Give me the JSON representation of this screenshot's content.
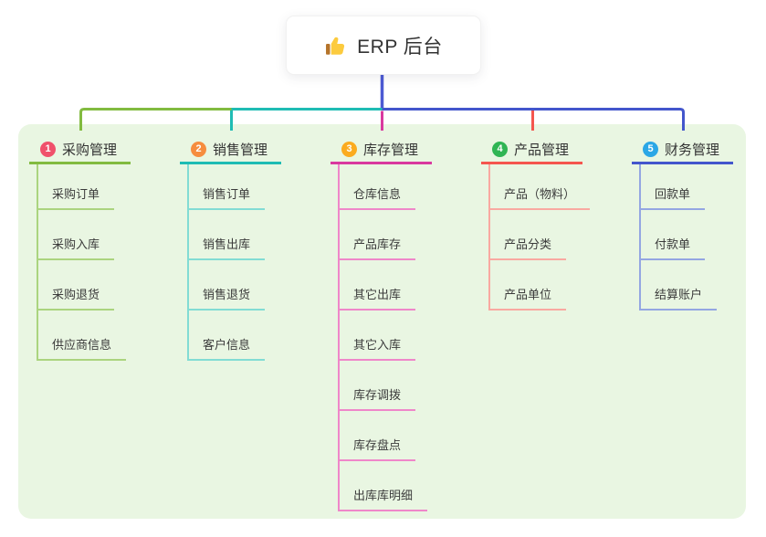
{
  "root": {
    "label": "ERP 后台",
    "icon": "thumbs-up-icon",
    "line_color": "#4c5ad3"
  },
  "panel": {
    "background": "#e9f6e2"
  },
  "text_colors": {
    "title": "#333333",
    "child": "#3b3b3b"
  },
  "branches": [
    {
      "num": "1",
      "label": "采购管理",
      "badge_color": "#f0516b",
      "line_color": "#82bb40",
      "light_color": "#abd47f",
      "children": [
        "采购订单",
        "采购入库",
        "采购退货",
        "供应商信息"
      ]
    },
    {
      "num": "2",
      "label": "销售管理",
      "badge_color": "#f68d3f",
      "line_color": "#1fbcb4",
      "light_color": "#82dcd4",
      "children": [
        "销售订单",
        "销售出库",
        "销售退货",
        "客户信息"
      ]
    },
    {
      "num": "3",
      "label": "库存管理",
      "badge_color": "#fbab1f",
      "line_color": "#d9399f",
      "light_color": "#ef87c9",
      "children": [
        "仓库信息",
        "产品库存",
        "其它出库",
        "其它入库",
        "库存调拨",
        "库存盘点",
        "出库库明细"
      ]
    },
    {
      "num": "4",
      "label": "产品管理",
      "badge_color": "#30b554",
      "line_color": "#f4564e",
      "light_color": "#f9a9a1",
      "children": [
        "产品（物料）",
        "产品分类",
        "产品单位"
      ]
    },
    {
      "num": "5",
      "label": "财务管理",
      "badge_color": "#2ba7e6",
      "line_color": "#4356cc",
      "light_color": "#94a6e2",
      "children": [
        "回款单",
        "付款单",
        "结算账户"
      ]
    }
  ]
}
